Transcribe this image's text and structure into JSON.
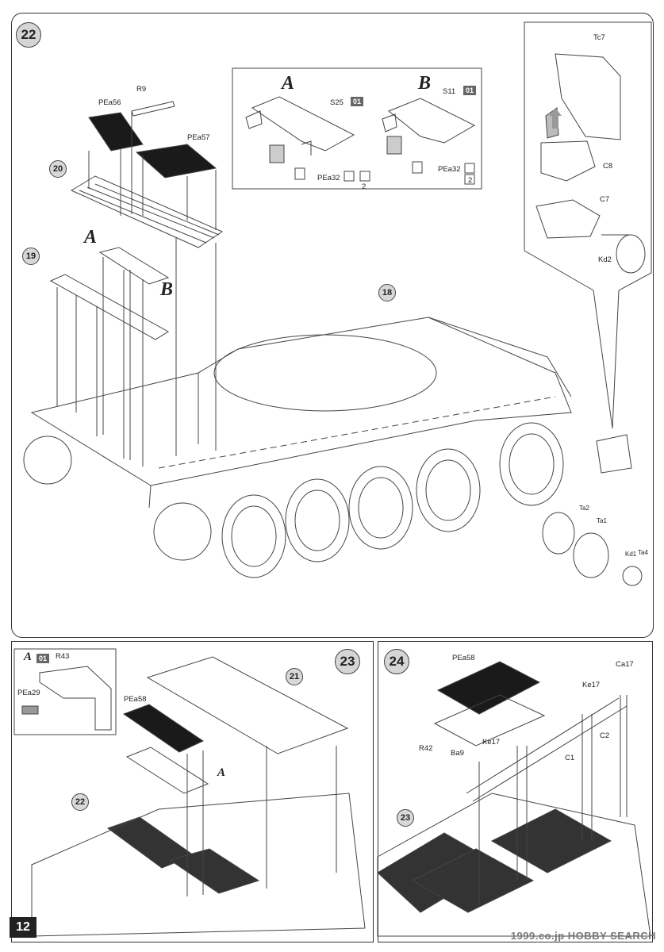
{
  "page_number": "12",
  "watermark": "1999.co.jp HOBBY SEARCH",
  "steps": {
    "s22": "22",
    "s23": "23",
    "s24": "24"
  },
  "subassembly_refs": {
    "r18": "18",
    "r19": "19",
    "r20": "20",
    "r21": "21",
    "r22": "22",
    "r23": "23"
  },
  "variants": {
    "a": "A",
    "b": "B"
  },
  "variant_box": {
    "a_part": "S25",
    "a_badge": "01",
    "a_sub": "PEa32",
    "a_count": "2",
    "b_part": "S11",
    "b_badge": "01",
    "b_sub": "PEa32",
    "b_count": "2"
  },
  "step22_labels": {
    "r9": "R9",
    "pea56": "PEa56",
    "pea57": "PEa57"
  },
  "wheel_callout": {
    "tc7": "Tc7",
    "c8": "C8",
    "c7": "C7",
    "kd2": "Kd2"
  },
  "idler_labels": {
    "ta2": "Ta2",
    "ta1": "Ta1",
    "kd1": "Kd1",
    "ta4": "Ta4"
  },
  "step23": {
    "detail_letter": "A",
    "detail_badge": "01",
    "r43": "R43",
    "pea29": "PEa29",
    "pea58": "PEa58",
    "a": "A"
  },
  "step24": {
    "pea58": "PEa58",
    "ca17": "Ca17",
    "ke17a": "Ke17",
    "ke17b": "Ke17",
    "r42": "R42",
    "ba9": "Ba9",
    "c1": "C1",
    "c2": "C2"
  }
}
